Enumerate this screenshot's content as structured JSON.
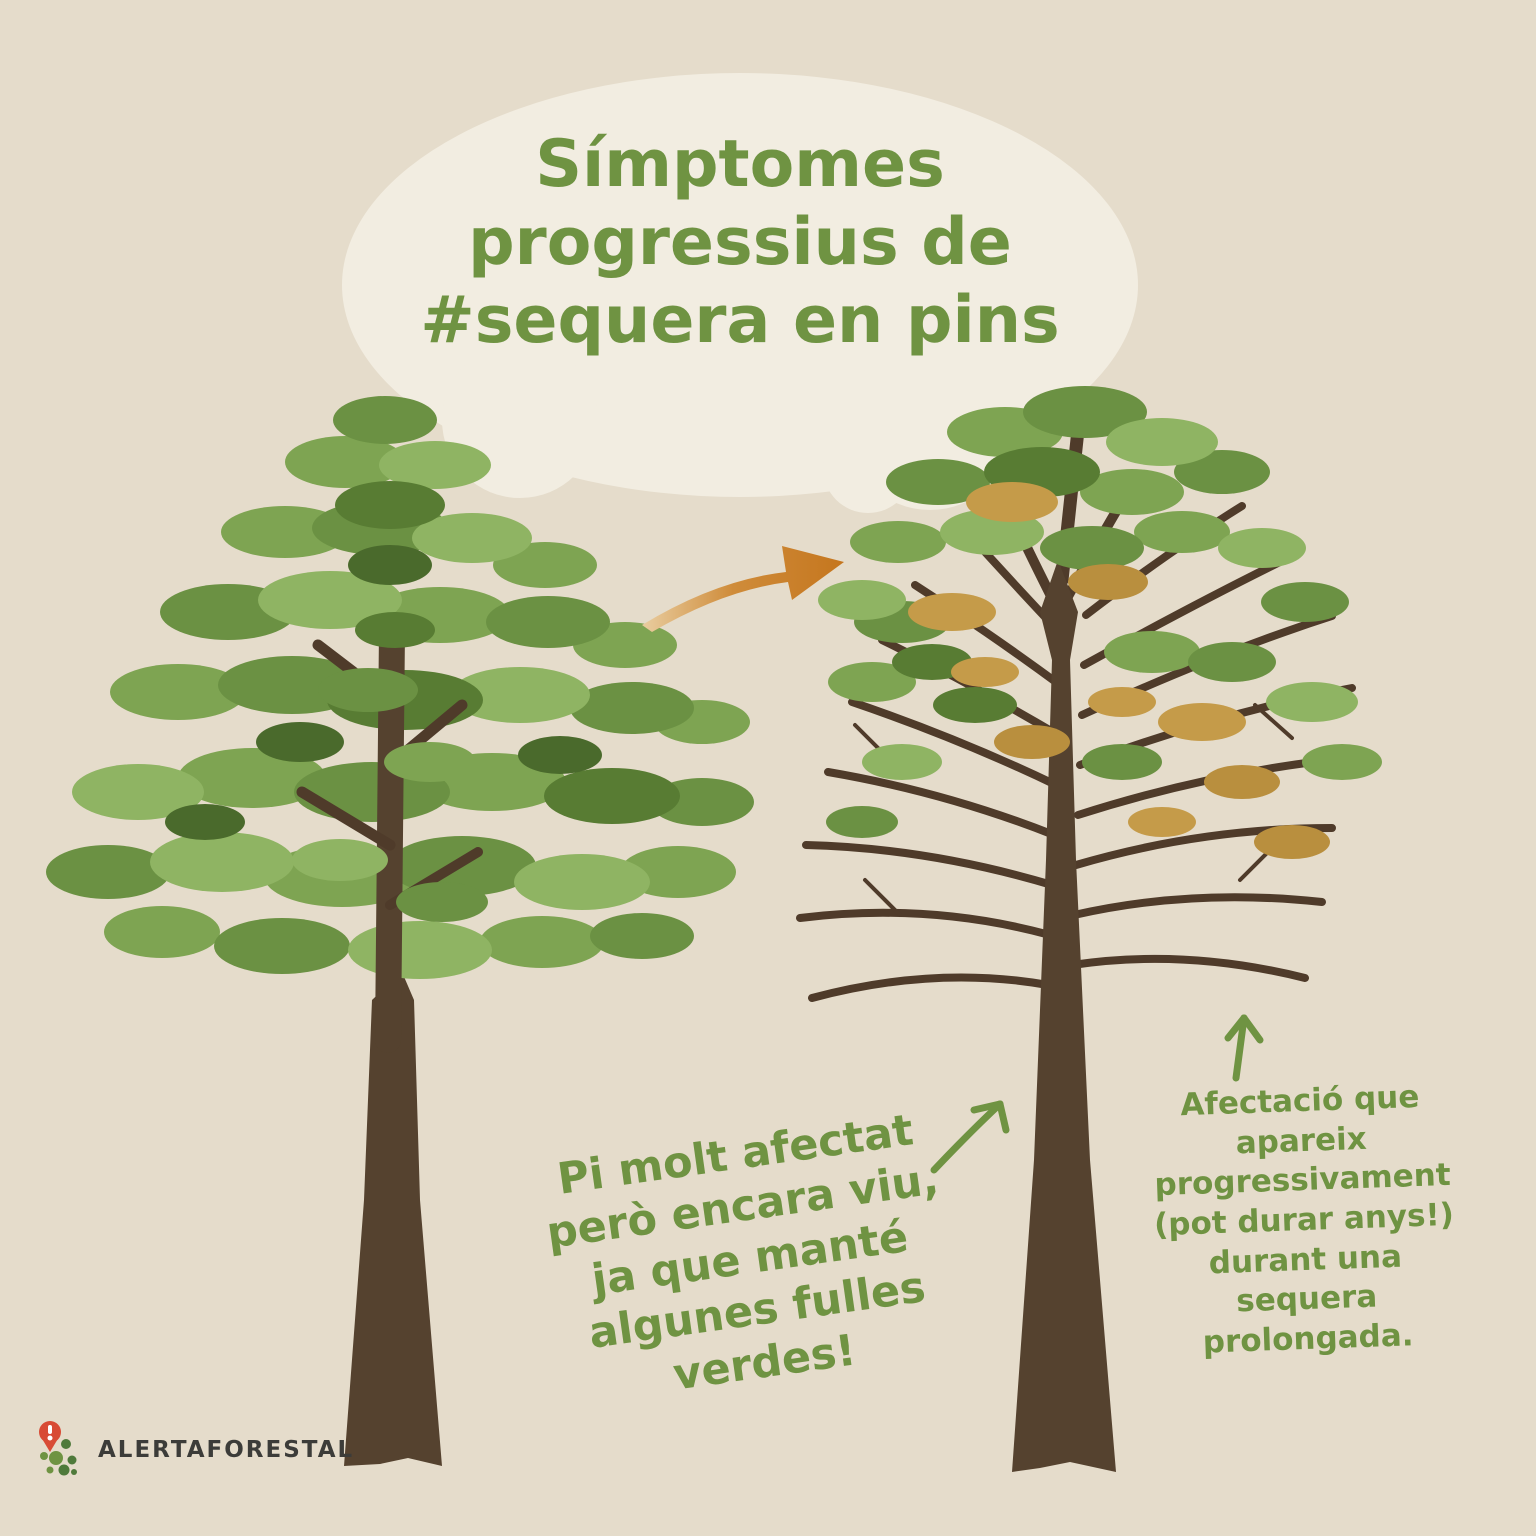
{
  "colors": {
    "background": "#e5dccb",
    "bubble": "#f2ede1",
    "title_green": "#6f9342",
    "annotation_green": "#6f9342",
    "arrow_orange": "#c5761e",
    "foliage_green": "#7ea452",
    "foliage_dry_ochre": "#c59b49",
    "trunk_brown": "#55422f",
    "logo_text": "#3c3c39",
    "logo_red": "#d84b35"
  },
  "title": {
    "lines": [
      "Símptomes",
      "progressius de",
      "#sequera en pins"
    ]
  },
  "annotations": {
    "affected_tree_note": {
      "lines": [
        "Pi molt afectat",
        "però encara viu,",
        "ja que manté",
        "algunes fulles",
        "verdes!"
      ]
    },
    "progression_note": {
      "lines": [
        "Afectació que",
        "apareix",
        "progressivament",
        "(pot durar anys!)",
        "durant una",
        "sequera",
        "prolongada."
      ]
    }
  },
  "logo": {
    "text": "ALERTAFORESTAL"
  },
  "icons": {
    "transition_arrow": "orange tapered arrow pointing right",
    "note_arrow_diagonal": "green arrow pointing up-right to trunk",
    "note_arrow_up": "green arrow pointing up",
    "logo_mark": "red alert pin with green dots"
  }
}
